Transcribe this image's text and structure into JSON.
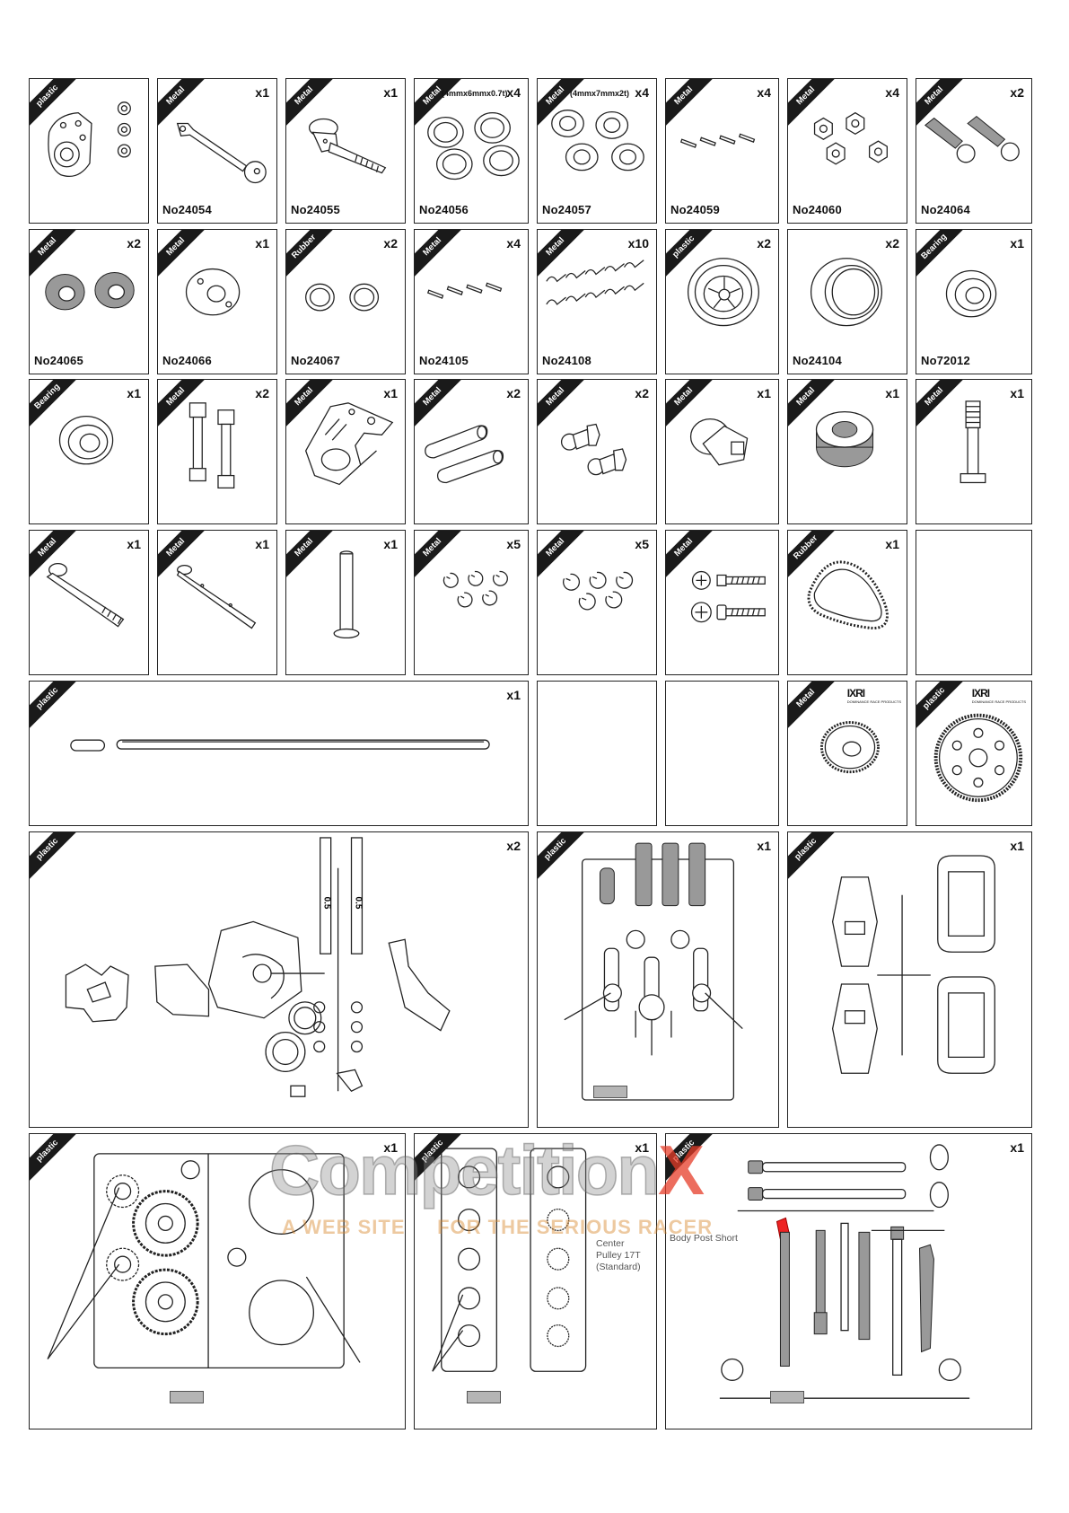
{
  "cells": {
    "c1": {
      "material": "plastic"
    },
    "c2": {
      "material": "Metal",
      "qty": "x1",
      "part_no": "No24054"
    },
    "c3": {
      "material": "Metal",
      "qty": "x1",
      "part_no": "No24055"
    },
    "c4": {
      "material": "Metal",
      "spec": "(4mmx6mmx0.7t)",
      "qty": "x4",
      "part_no": "No24056"
    },
    "c5": {
      "material": "Metal",
      "spec": "(4mmx7mmx2t)",
      "qty": "x4",
      "part_no": "No24057"
    },
    "c6": {
      "material": "Metal",
      "qty": "x4",
      "part_no": "No24059"
    },
    "c7": {
      "material": "Metal",
      "qty": "x4",
      "part_no": "No24060"
    },
    "c8": {
      "material": "Metal",
      "qty": "x2",
      "part_no": "No24064"
    },
    "c9": {
      "material": "Metal",
      "qty": "x2",
      "part_no": "No24065"
    },
    "c10": {
      "material": "Metal",
      "qty": "x1",
      "part_no": "No24066"
    },
    "c11": {
      "material": "Rubber",
      "qty": "x2",
      "part_no": "No24067"
    },
    "c12": {
      "material": "Metal",
      "qty": "x4",
      "part_no": "No24105"
    },
    "c13": {
      "material": "Metal",
      "qty": "x10",
      "part_no": "No24108"
    },
    "c14": {
      "material": "plastic",
      "qty": "x2"
    },
    "c15": {
      "material": "",
      "qty": "x2",
      "part_no": "No24104"
    },
    "c16": {
      "material": "Bearing",
      "qty": "x1",
      "part_no": "No72012"
    },
    "c17": {
      "material": "Bearing",
      "qty": "x1"
    },
    "c18": {
      "material": "Metal",
      "qty": "x2"
    },
    "c19": {
      "material": "Metal",
      "qty": "x1"
    },
    "c20": {
      "material": "Metal",
      "qty": "x2"
    },
    "c21": {
      "material": "Metal",
      "qty": "x2"
    },
    "c22": {
      "material": "Metal",
      "qty": "x1"
    },
    "c23": {
      "material": "Metal",
      "qty": "x1"
    },
    "c24": {
      "material": "Metal",
      "qty": "x1"
    },
    "c25": {
      "material": "Metal",
      "qty": "x1"
    },
    "c26": {
      "material": "Metal",
      "qty": "x1"
    },
    "c27": {
      "material": "Metal",
      "qty": "x1"
    },
    "c28": {
      "material": "Metal",
      "qty": "x5"
    },
    "c29": {
      "material": "Metal",
      "qty": "x5"
    },
    "c30": {
      "material": "Metal"
    },
    "c31": {
      "material": "Rubber",
      "qty": "x1"
    },
    "c32": {
      "material": ""
    },
    "c33": {
      "material": "plastic",
      "qty": "x1"
    },
    "c34": {
      "material": ""
    },
    "c35": {
      "material": ""
    },
    "c36": {
      "material": "Metal"
    },
    "c37": {
      "material": "plastic"
    },
    "c38": {
      "material": "plastic",
      "qty": "x2"
    },
    "c39": {
      "material": "plastic",
      "qty": "x1"
    },
    "c40": {
      "material": "plastic",
      "qty": "x1"
    },
    "c41": {
      "material": "plastic",
      "qty": "x1"
    },
    "c42": {
      "material": "plastic",
      "qty": "x1"
    },
    "c43": {
      "material": "plastic",
      "qty": "x1"
    }
  },
  "sprue_marks": {
    "m1": "0.5",
    "m2": "0.5"
  },
  "notes": {
    "center_pulley": "Center\nPulley 17T\n(Standard)",
    "body_post": "Body Post Short"
  },
  "logo": {
    "text": "IXRI",
    "sub": "DOMINANCE RACE PRODUCTS"
  },
  "watermark": {
    "main_a": "Competition",
    "main_b": "X",
    "sub": "A WEB SITE     FOR THE SERIOUS RACER"
  }
}
